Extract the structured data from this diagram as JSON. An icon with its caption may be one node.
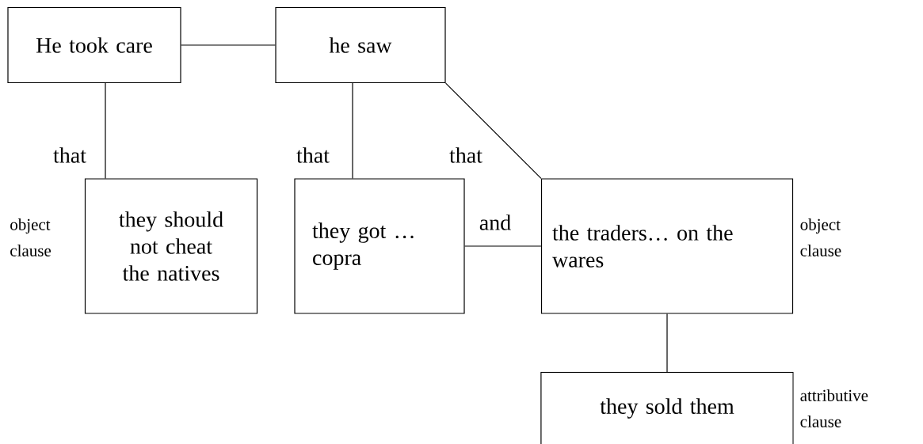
{
  "diagram": {
    "nodes": [
      {
        "text": [
          "He took care"
        ]
      },
      {
        "text": [
          "he saw"
        ]
      },
      {
        "text": [
          "they should not cheat the natives"
        ],
        "beside": [
          "object clause"
        ]
      },
      {
        "text": [
          "they got … copra"
        ]
      },
      {
        "text": [
          "the traders… on the wares"
        ],
        "beside": [
          "object clause"
        ]
      },
      {
        "text": [
          "they sold them"
        ],
        "beside": [
          "attributive clause"
        ]
      }
    ],
    "edges": [
      {
        "from": 0,
        "to": 1,
        "arrow": "none"
      },
      {
        "from": 0,
        "to": 2,
        "arrow": "none",
        "label": "that"
      },
      {
        "from": 1,
        "to": 3,
        "arrow": "none",
        "label": "that"
      },
      {
        "from": 1,
        "to": 4,
        "arrow": "none",
        "label": "that"
      },
      {
        "from": 3,
        "to": 4,
        "arrow": "none",
        "label": "and"
      },
      {
        "from": 4,
        "to": 5,
        "arrow": "none"
      }
    ]
  }
}
